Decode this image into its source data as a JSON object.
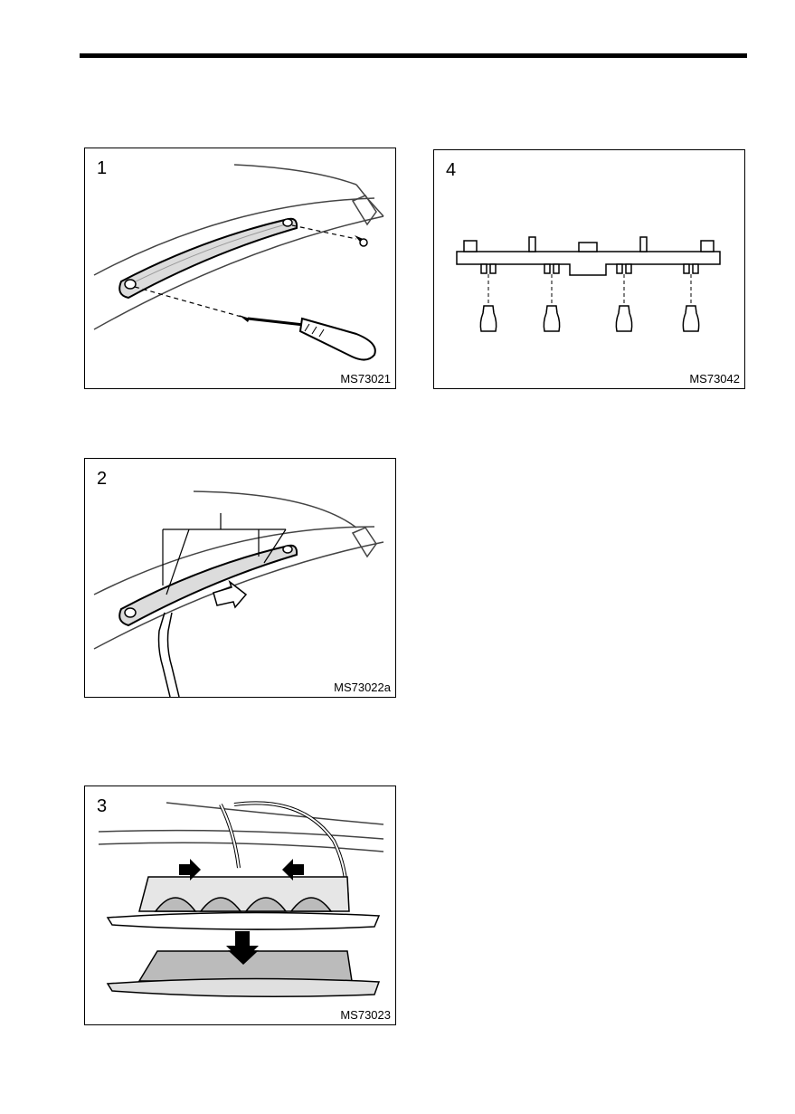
{
  "figures": [
    {
      "step": "1",
      "code": "MS73021"
    },
    {
      "step": "2",
      "code": "MS73022a"
    },
    {
      "step": "3",
      "code": "MS73023"
    },
    {
      "step": "4",
      "code": "MS73042"
    }
  ]
}
